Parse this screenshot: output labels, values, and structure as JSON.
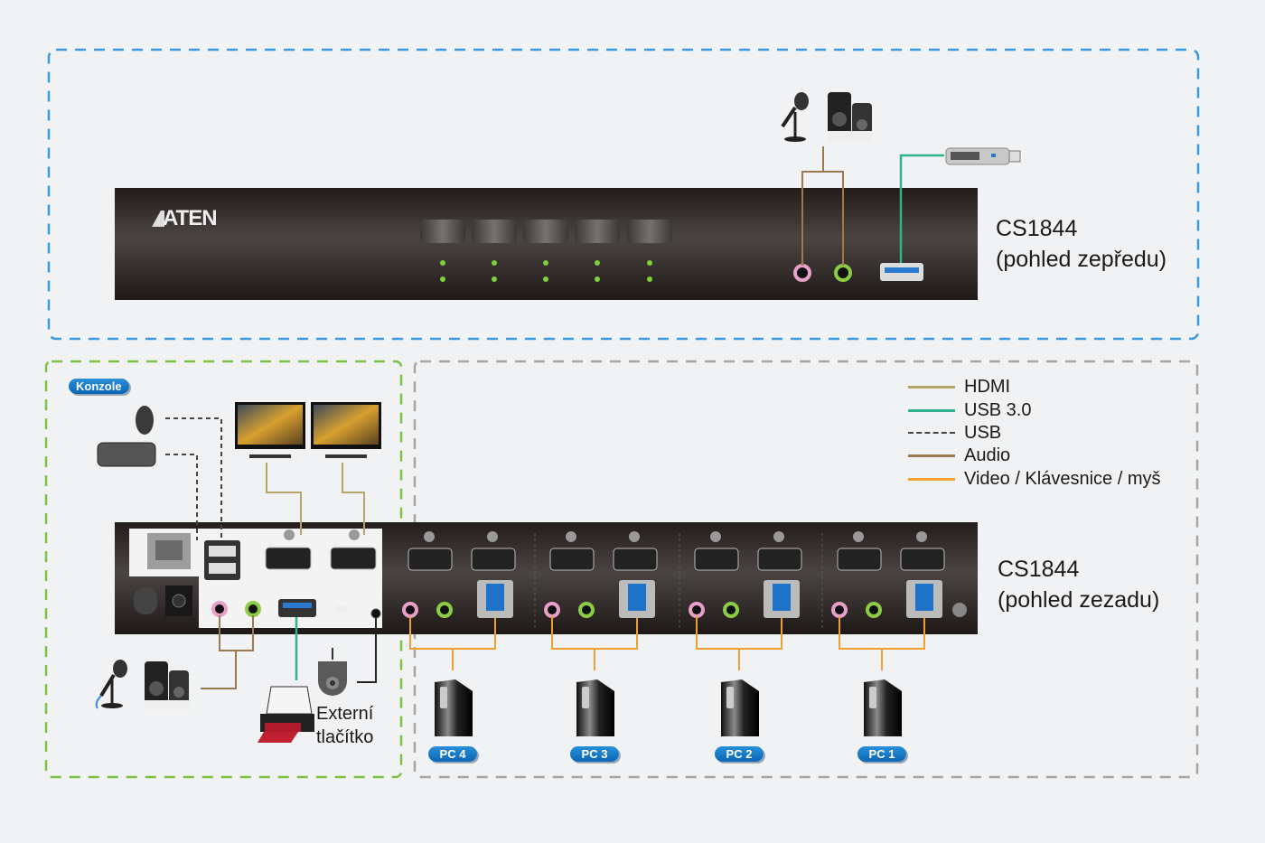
{
  "front_view": {
    "title": "CS1844",
    "subtitle": "(pohled zepředu)",
    "brand": "ATEN",
    "port_buttons": 5,
    "led_rows": 2
  },
  "rear_view": {
    "title": "CS1844",
    "subtitle": "(pohled zezadu)"
  },
  "console": {
    "badge": "Konzole",
    "external_button_label_line1": "Externí",
    "external_button_label_line2": "tlačítko"
  },
  "pcs": [
    {
      "label": "PC 4"
    },
    {
      "label": "PC 3"
    },
    {
      "label": "PC 2"
    },
    {
      "label": "PC 1"
    }
  ],
  "legend": [
    {
      "label": "HDMI",
      "color": "#b7a66a",
      "style": "solid"
    },
    {
      "label": "USB 3.0",
      "color": "#2fb38f",
      "style": "solid"
    },
    {
      "label": "USB",
      "color": "#444444",
      "style": "dashed"
    },
    {
      "label": "Audio",
      "color": "#9b7a52",
      "style": "solid"
    },
    {
      "label": "Video / Klávesnice / myš",
      "color": "#f0a030",
      "style": "solid"
    }
  ],
  "colors": {
    "front_frame": "#3a9ae0",
    "console_frame": "#7cc242",
    "computers_frame": "#9a9a9a",
    "device_body": "#2a2321"
  }
}
